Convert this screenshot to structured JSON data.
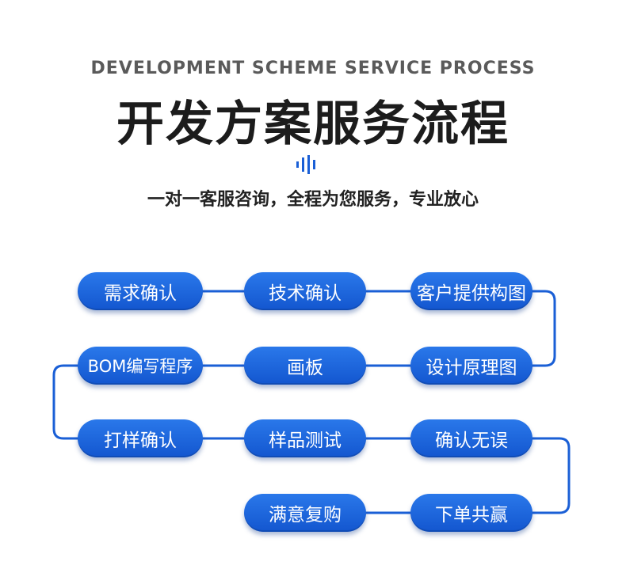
{
  "header": {
    "subtitle_en": "DEVELOPMENT SCHEME SERVICE PROCESS",
    "title_cn": "开发方案服务流程",
    "tagline": "一对一客服咨询，全程为您服务，专业放心",
    "accent_color": "#1a5fd6"
  },
  "steps": [
    {
      "label": "需求确认"
    },
    {
      "label": "技术确认"
    },
    {
      "label": "客户提供构图"
    },
    {
      "label": "设计原理图"
    },
    {
      "label": "画板"
    },
    {
      "label": "BOM编写程序"
    },
    {
      "label": "打样确认"
    },
    {
      "label": "样品测试"
    },
    {
      "label": "确认无误"
    },
    {
      "label": "下单共赢"
    },
    {
      "label": "满意复购"
    }
  ]
}
